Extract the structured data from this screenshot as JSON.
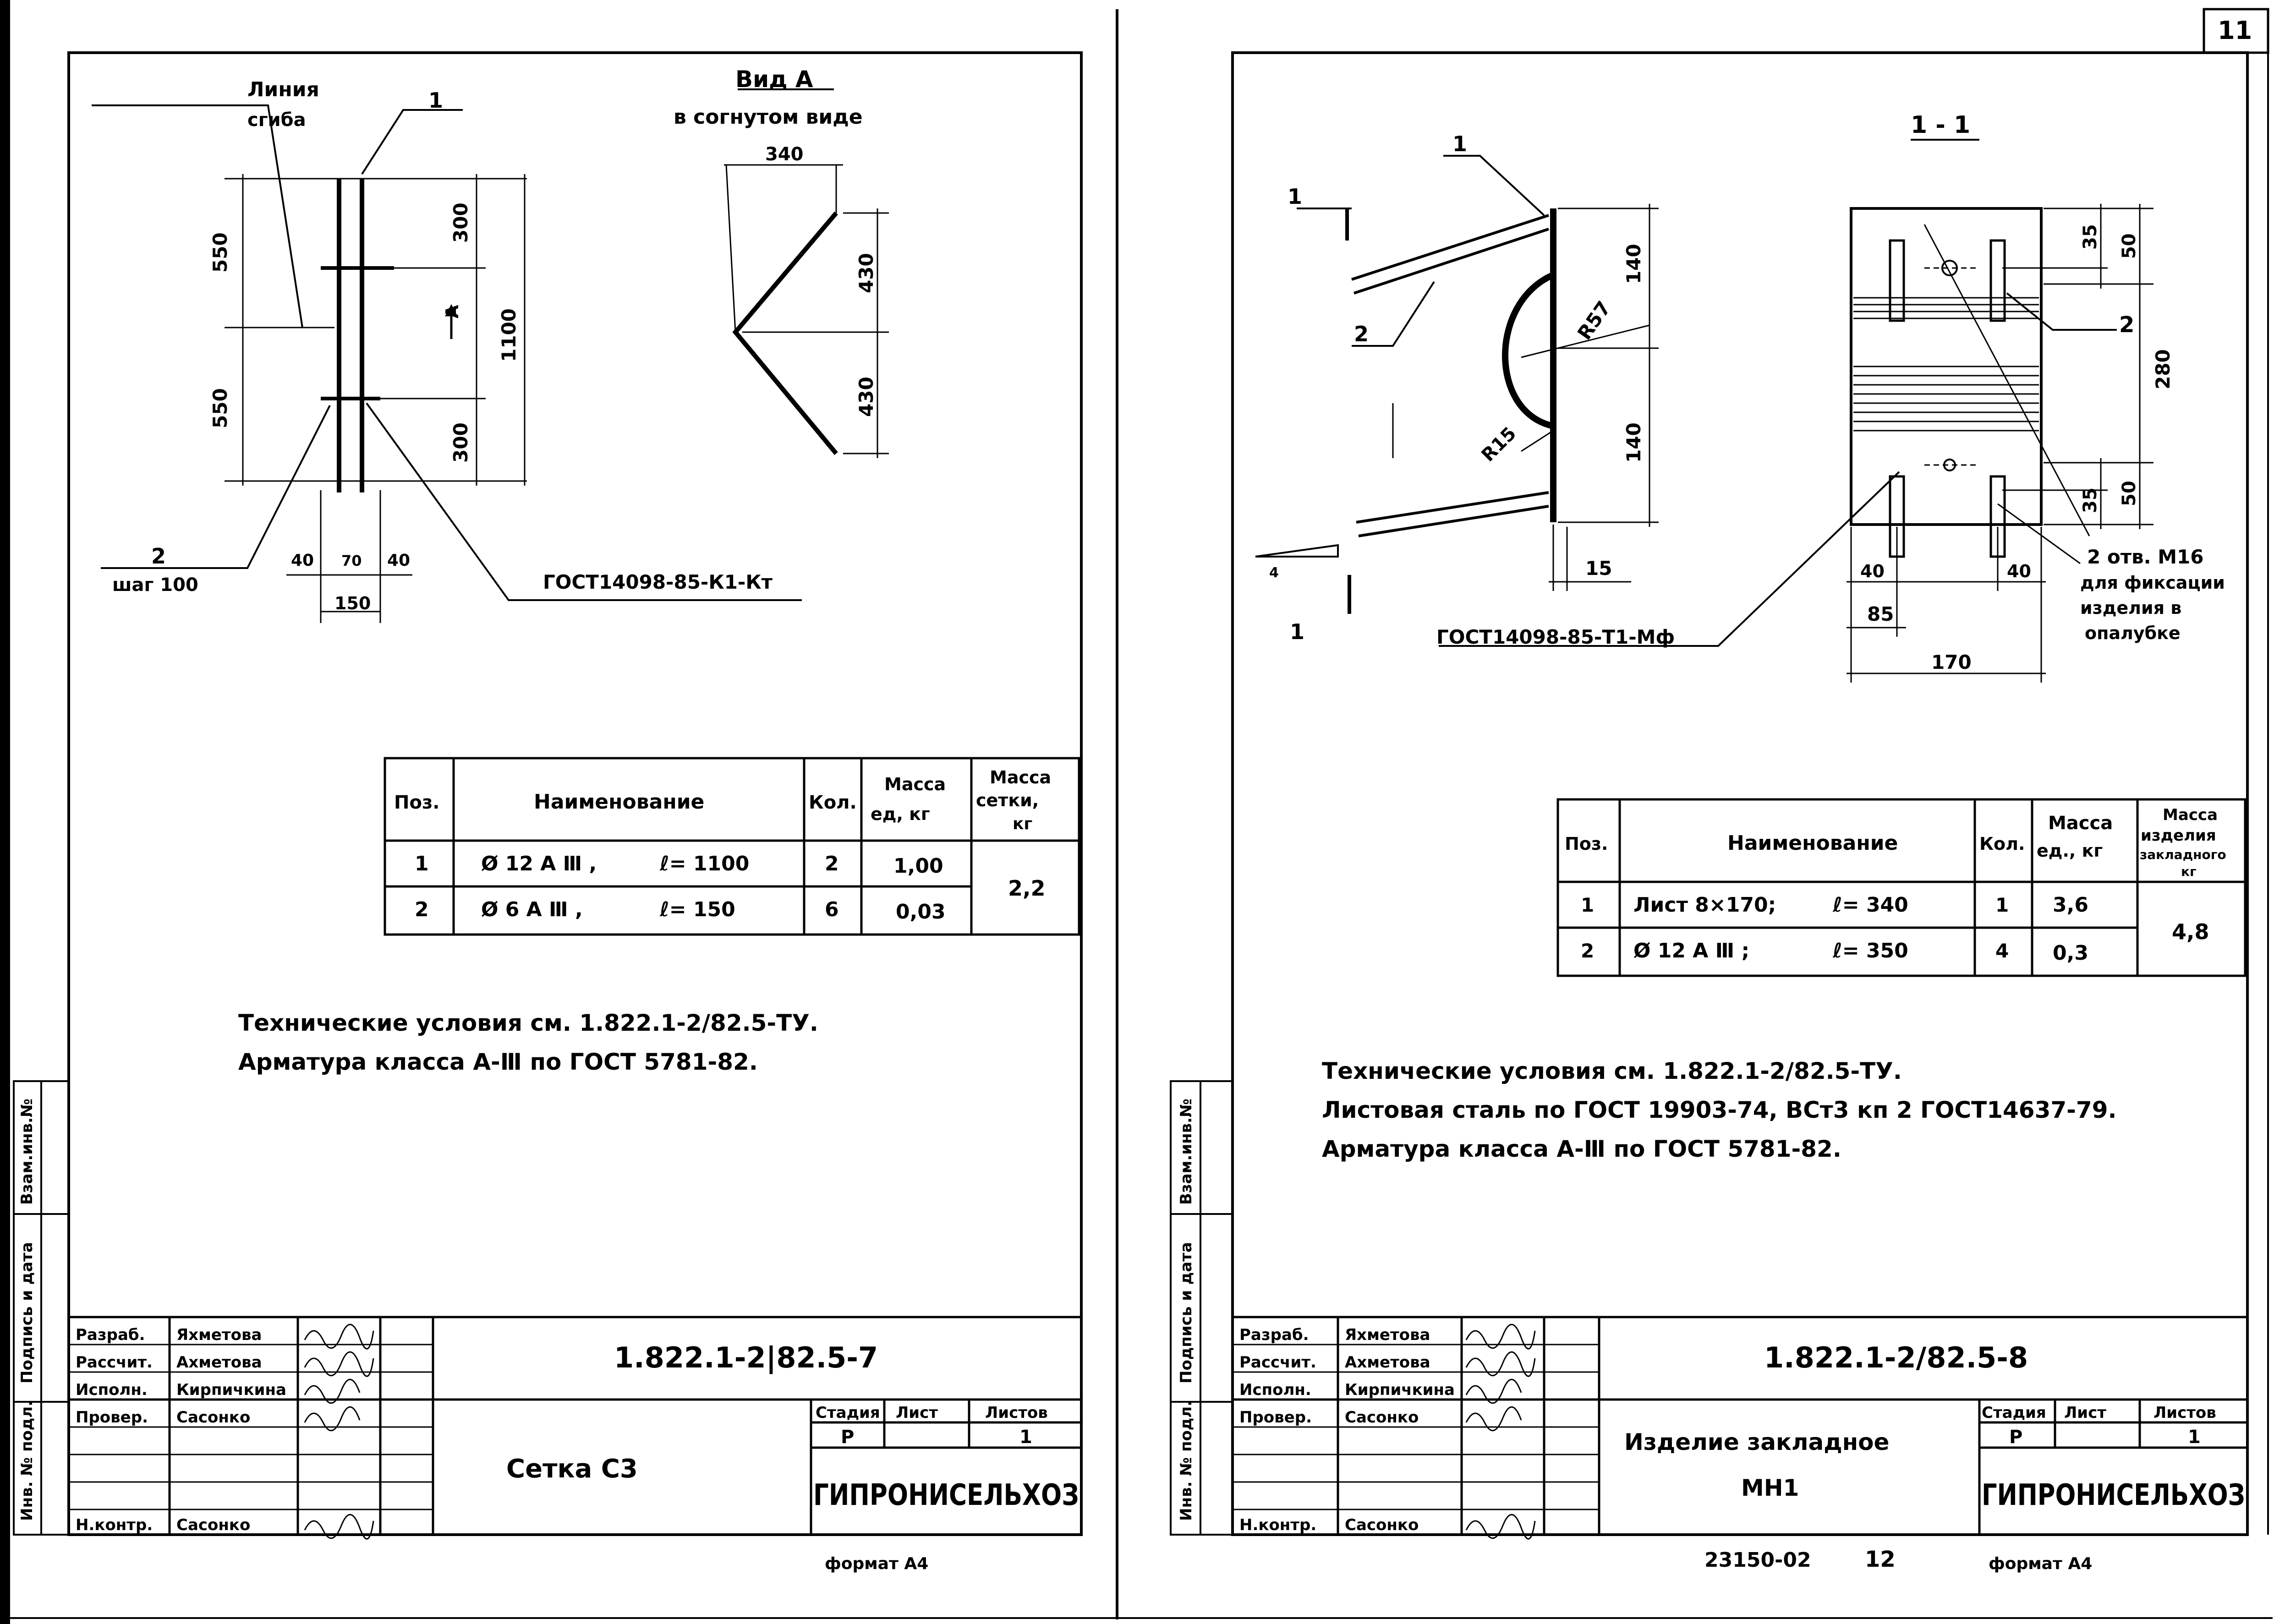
{
  "page_number": "11",
  "left": {
    "view": {
      "title": "Вид А",
      "subtitle": "в согнутом виде",
      "width": "340",
      "dim1": "430",
      "dim2": "430"
    },
    "labels": {
      "bend1": "Линия",
      "bend2": "сгиба",
      "pos1": "1",
      "pos2": "2",
      "step": "шаг 100",
      "arrow_a": "А",
      "gost": "ГОСТ14098-85-К1-Кт"
    },
    "dims": {
      "d550a": "550",
      "d550b": "550",
      "d300a": "300",
      "d300b": "300",
      "d1100": "1100",
      "d40a": "40",
      "d70": "70",
      "d40b": "40",
      "d150": "150"
    },
    "spec": {
      "headers": {
        "pos": "Поз.",
        "name": "Наименование",
        "qty": "Кол.",
        "mass1": "Масса",
        "mass2": "ед, кг",
        "mass3": "Масса",
        "mass4": "сетки,",
        "mass5": "кг"
      },
      "rows": [
        {
          "pos": "1",
          "name": "Ø 12 А Ⅲ ,",
          "len": "ℓ= 1100",
          "qty": "2",
          "mass": "1,00"
        },
        {
          "pos": "2",
          "name": "Ø 6 А Ⅲ ,",
          "len": "ℓ= 150",
          "qty": "6",
          "mass": "0,03"
        }
      ],
      "total": "2,2"
    },
    "notes": [
      "Технические условия см. 1.822.1-2/82.5-ТУ.",
      "Арматура класса А-Ⅲ по ГОСТ 5781-82."
    ],
    "stamp": {
      "roles": [
        "Разраб.",
        "Рассчит.",
        "Исполн.",
        "Провер.",
        "Н.контр."
      ],
      "names": [
        "Яхметова",
        "Ахметова",
        "Кирпичкина",
        "Сасонко",
        "Сасонко"
      ],
      "doc": "1.822.1-2|82.5-7",
      "title": "Сетка С3",
      "stage_h": "Стадия",
      "sheet_h": "Лист",
      "sheets_h": "Листов",
      "stage": "Р",
      "sheets": "1",
      "org": "ГИПРОНИСЕЛЬХОЗ",
      "format": "формат А4"
    },
    "side": [
      "Инв. № подл.",
      "Подпись и дата",
      "Взам.инв.№"
    ]
  },
  "right": {
    "section": "1 - 1",
    "labels": {
      "pos1": "1",
      "pos2": "2",
      "pos2b": "2",
      "cut1": "1",
      "cut2": "1",
      "r57": "R57",
      "r15": "R15",
      "gost": "ГОСТ14098-85-Т1-Мф",
      "holes": "2 отв. М16",
      "fix1": "для фиксации",
      "fix2": "изделия в",
      "fix3": "опалубке",
      "slope": "4"
    },
    "dims": {
      "d140a": "140",
      "d140b": "140",
      "d15": "15",
      "d35a": "35",
      "d50a": "50",
      "d280": "280",
      "d35b": "35",
      "d50b": "50",
      "d40a": "40",
      "d40b": "40",
      "d85": "85",
      "d170": "170"
    },
    "spec": {
      "headers": {
        "pos": "Поз.",
        "name": "Наименование",
        "qty": "Кол.",
        "mass1": "Масса",
        "mass2": "ед., кг",
        "mass3": "Масса",
        "mass4": "изделия",
        "mass5": "закладного",
        "mass6": "кг"
      },
      "rows": [
        {
          "pos": "1",
          "name": "Лист 8×170;",
          "len": "ℓ= 340",
          "qty": "1",
          "mass": "3,6"
        },
        {
          "pos": "2",
          "name": "Ø 12 А Ⅲ ;",
          "len": "ℓ= 350",
          "qty": "4",
          "mass": "0,3"
        }
      ],
      "total": "4,8"
    },
    "notes": [
      "Технические условия см. 1.822.1-2/82.5-ТУ.",
      "Листовая сталь по ГОСТ 19903-74, ВСт3 кп 2 ГОСТ14637-79.",
      "Арматура класса А-Ⅲ по ГОСТ 5781-82."
    ],
    "stamp": {
      "roles": [
        "Разраб.",
        "Рассчит.",
        "Исполн.",
        "Провер.",
        "Н.контр."
      ],
      "names": [
        "Яхметова",
        "Ахметова",
        "Кирпичкина",
        "Сасонко",
        "Сасонко"
      ],
      "doc": "1.822.1-2/82.5-8",
      "title1": "Изделие закладное",
      "title2": "МН1",
      "stage_h": "Стадия",
      "sheet_h": "Лист",
      "sheets_h": "Листов",
      "stage": "Р",
      "sheets": "1",
      "org": "ГИПРОНИСЕЛЬХОЗ",
      "format": "формат А4",
      "archive": "23150-02",
      "archive_no": "12"
    },
    "side": [
      "Инв. № подл.",
      "Подпись и дата",
      "Взам.инв.№"
    ]
  }
}
